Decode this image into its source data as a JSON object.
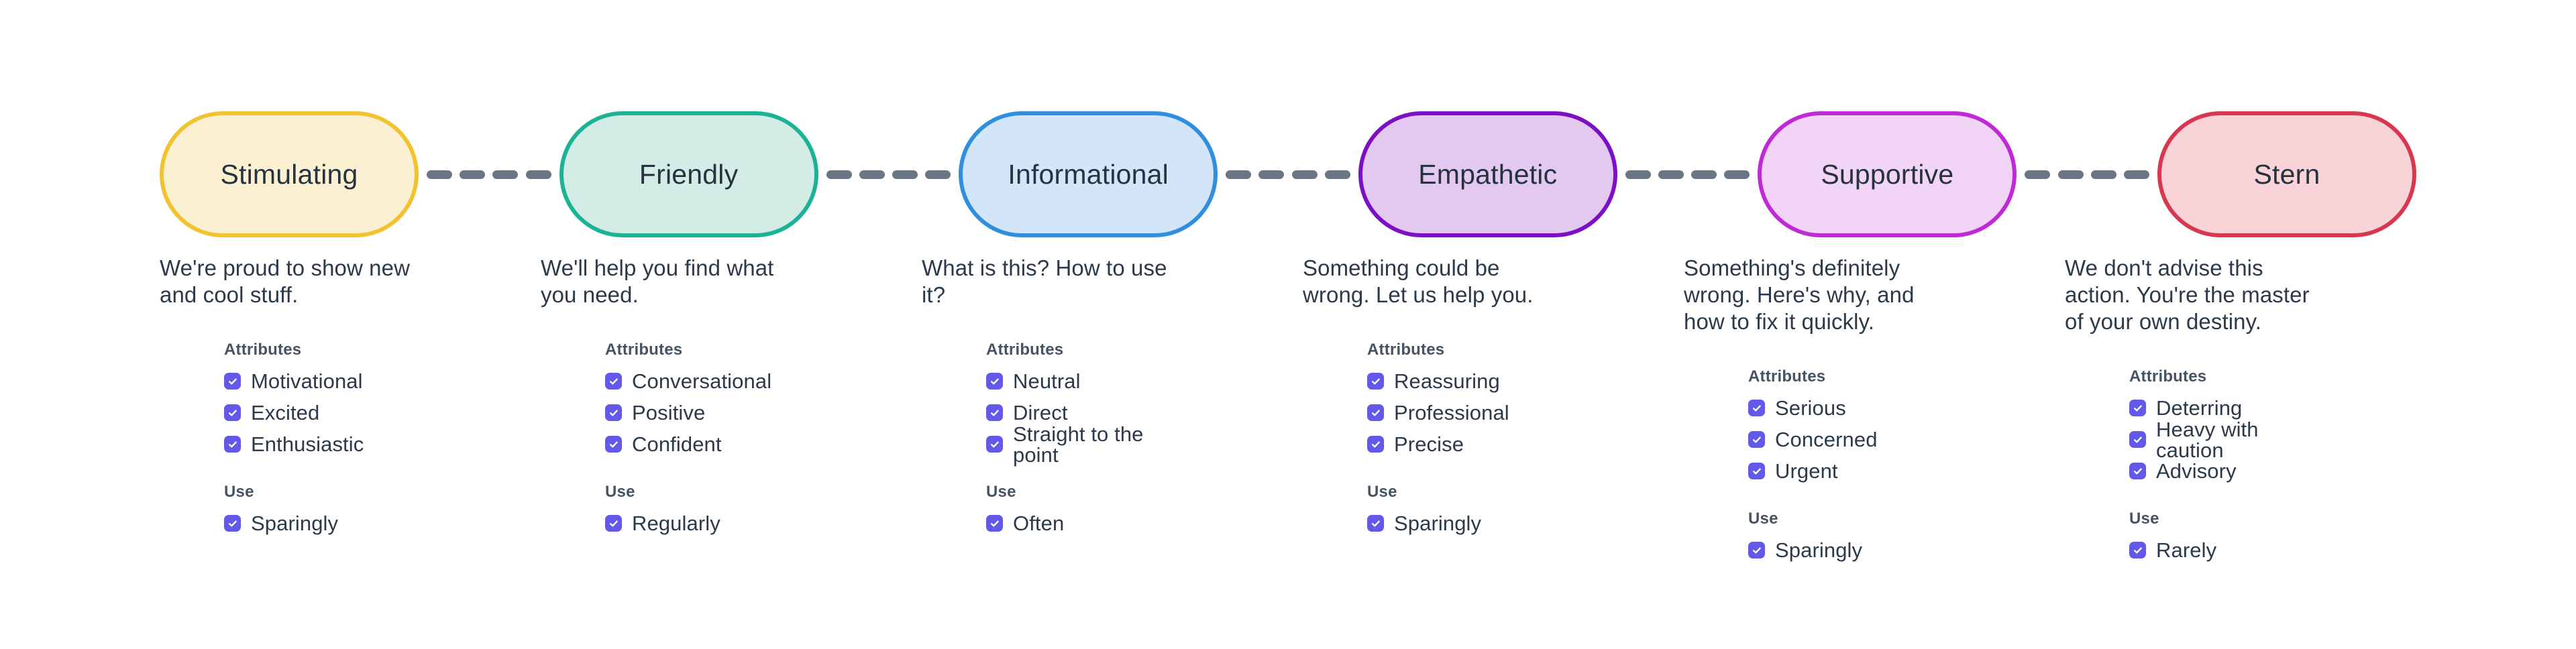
{
  "theme": {
    "background": "#ffffff",
    "text_color": "#2b3a4a",
    "heading_color": "#455363",
    "checkbox_color": "#6359e9",
    "connector_color": "#6b7685"
  },
  "connector": {
    "dash_count": 4
  },
  "tones": [
    {
      "name": "Stimulating",
      "fill": "#fbf0d2",
      "border": "#f2c230",
      "description": "We're proud to show new and cool stuff.",
      "attributes_title": "Attributes",
      "attributes": [
        "Motivational",
        "Excited",
        "Enthusiastic"
      ],
      "use_title": "Use",
      "use": [
        "Sparingly"
      ]
    },
    {
      "name": "Friendly",
      "fill": "#d3ede6",
      "border": "#1bb394",
      "description": "We'll help you find what you need.",
      "attributes_title": "Attributes",
      "attributes": [
        "Conversational",
        "Positive",
        "Confident"
      ],
      "use_title": "Use",
      "use": [
        "Regularly"
      ]
    },
    {
      "name": "Informational",
      "fill": "#d3e5f8",
      "border": "#2f8ede",
      "description": "What is this? How to use it?",
      "attributes_title": "Attributes",
      "attributes": [
        "Neutral",
        "Direct",
        "Straight to the point"
      ],
      "use_title": "Use",
      "use": [
        "Often"
      ]
    },
    {
      "name": "Empathetic",
      "fill": "#e3c9ef",
      "border": "#7b10c4",
      "description": "Something could be wrong. Let us help you.",
      "attributes_title": "Attributes",
      "attributes": [
        "Reassuring",
        "Professional",
        "Precise"
      ],
      "use_title": "Use",
      "use": [
        "Sparingly"
      ]
    },
    {
      "name": "Supportive",
      "fill": "#f2d4f6",
      "border": "#c029d6",
      "description": "Something's definitely wrong. Here's why, and how to fix it quickly.",
      "attributes_title": "Attributes",
      "attributes": [
        "Serious",
        "Concerned",
        "Urgent"
      ],
      "use_title": "Use",
      "use": [
        "Sparingly"
      ]
    },
    {
      "name": "Stern",
      "fill": "#f8d4d9",
      "border": "#d8384f",
      "description": "We don't advise this action. You're the master of your own destiny.",
      "attributes_title": "Attributes",
      "attributes": [
        "Deterring",
        "Heavy with caution",
        "Advisory"
      ],
      "use_title": "Use",
      "use": [
        "Rarely"
      ]
    }
  ]
}
